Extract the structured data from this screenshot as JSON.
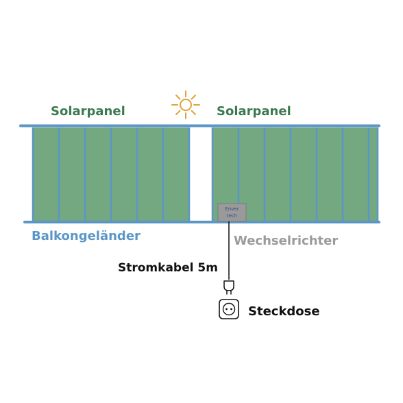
{
  "labels": {
    "solar_panel_left": "Solarpanel",
    "solar_panel_right": "Solarpanel",
    "railing": "Balkongeländer",
    "inverter": "Wechselrichter",
    "inverter_brand_line1": "Enver",
    "inverter_brand_line2": "tech",
    "cable": "Stromkabel 5m",
    "socket": "Steckdose"
  },
  "icons": [
    "sun-icon",
    "plug-icon",
    "socket-icon"
  ],
  "colors": {
    "panel_fill": "#73a880",
    "railing": "#5b96c6",
    "panel_label": "#3b7a4f",
    "sun": "#e0a23a",
    "inverter_fill": "#9a9a9a",
    "inverter_text": "#3a4a8a",
    "inverter_label": "#9b9b9b",
    "text_dark": "#111111"
  }
}
